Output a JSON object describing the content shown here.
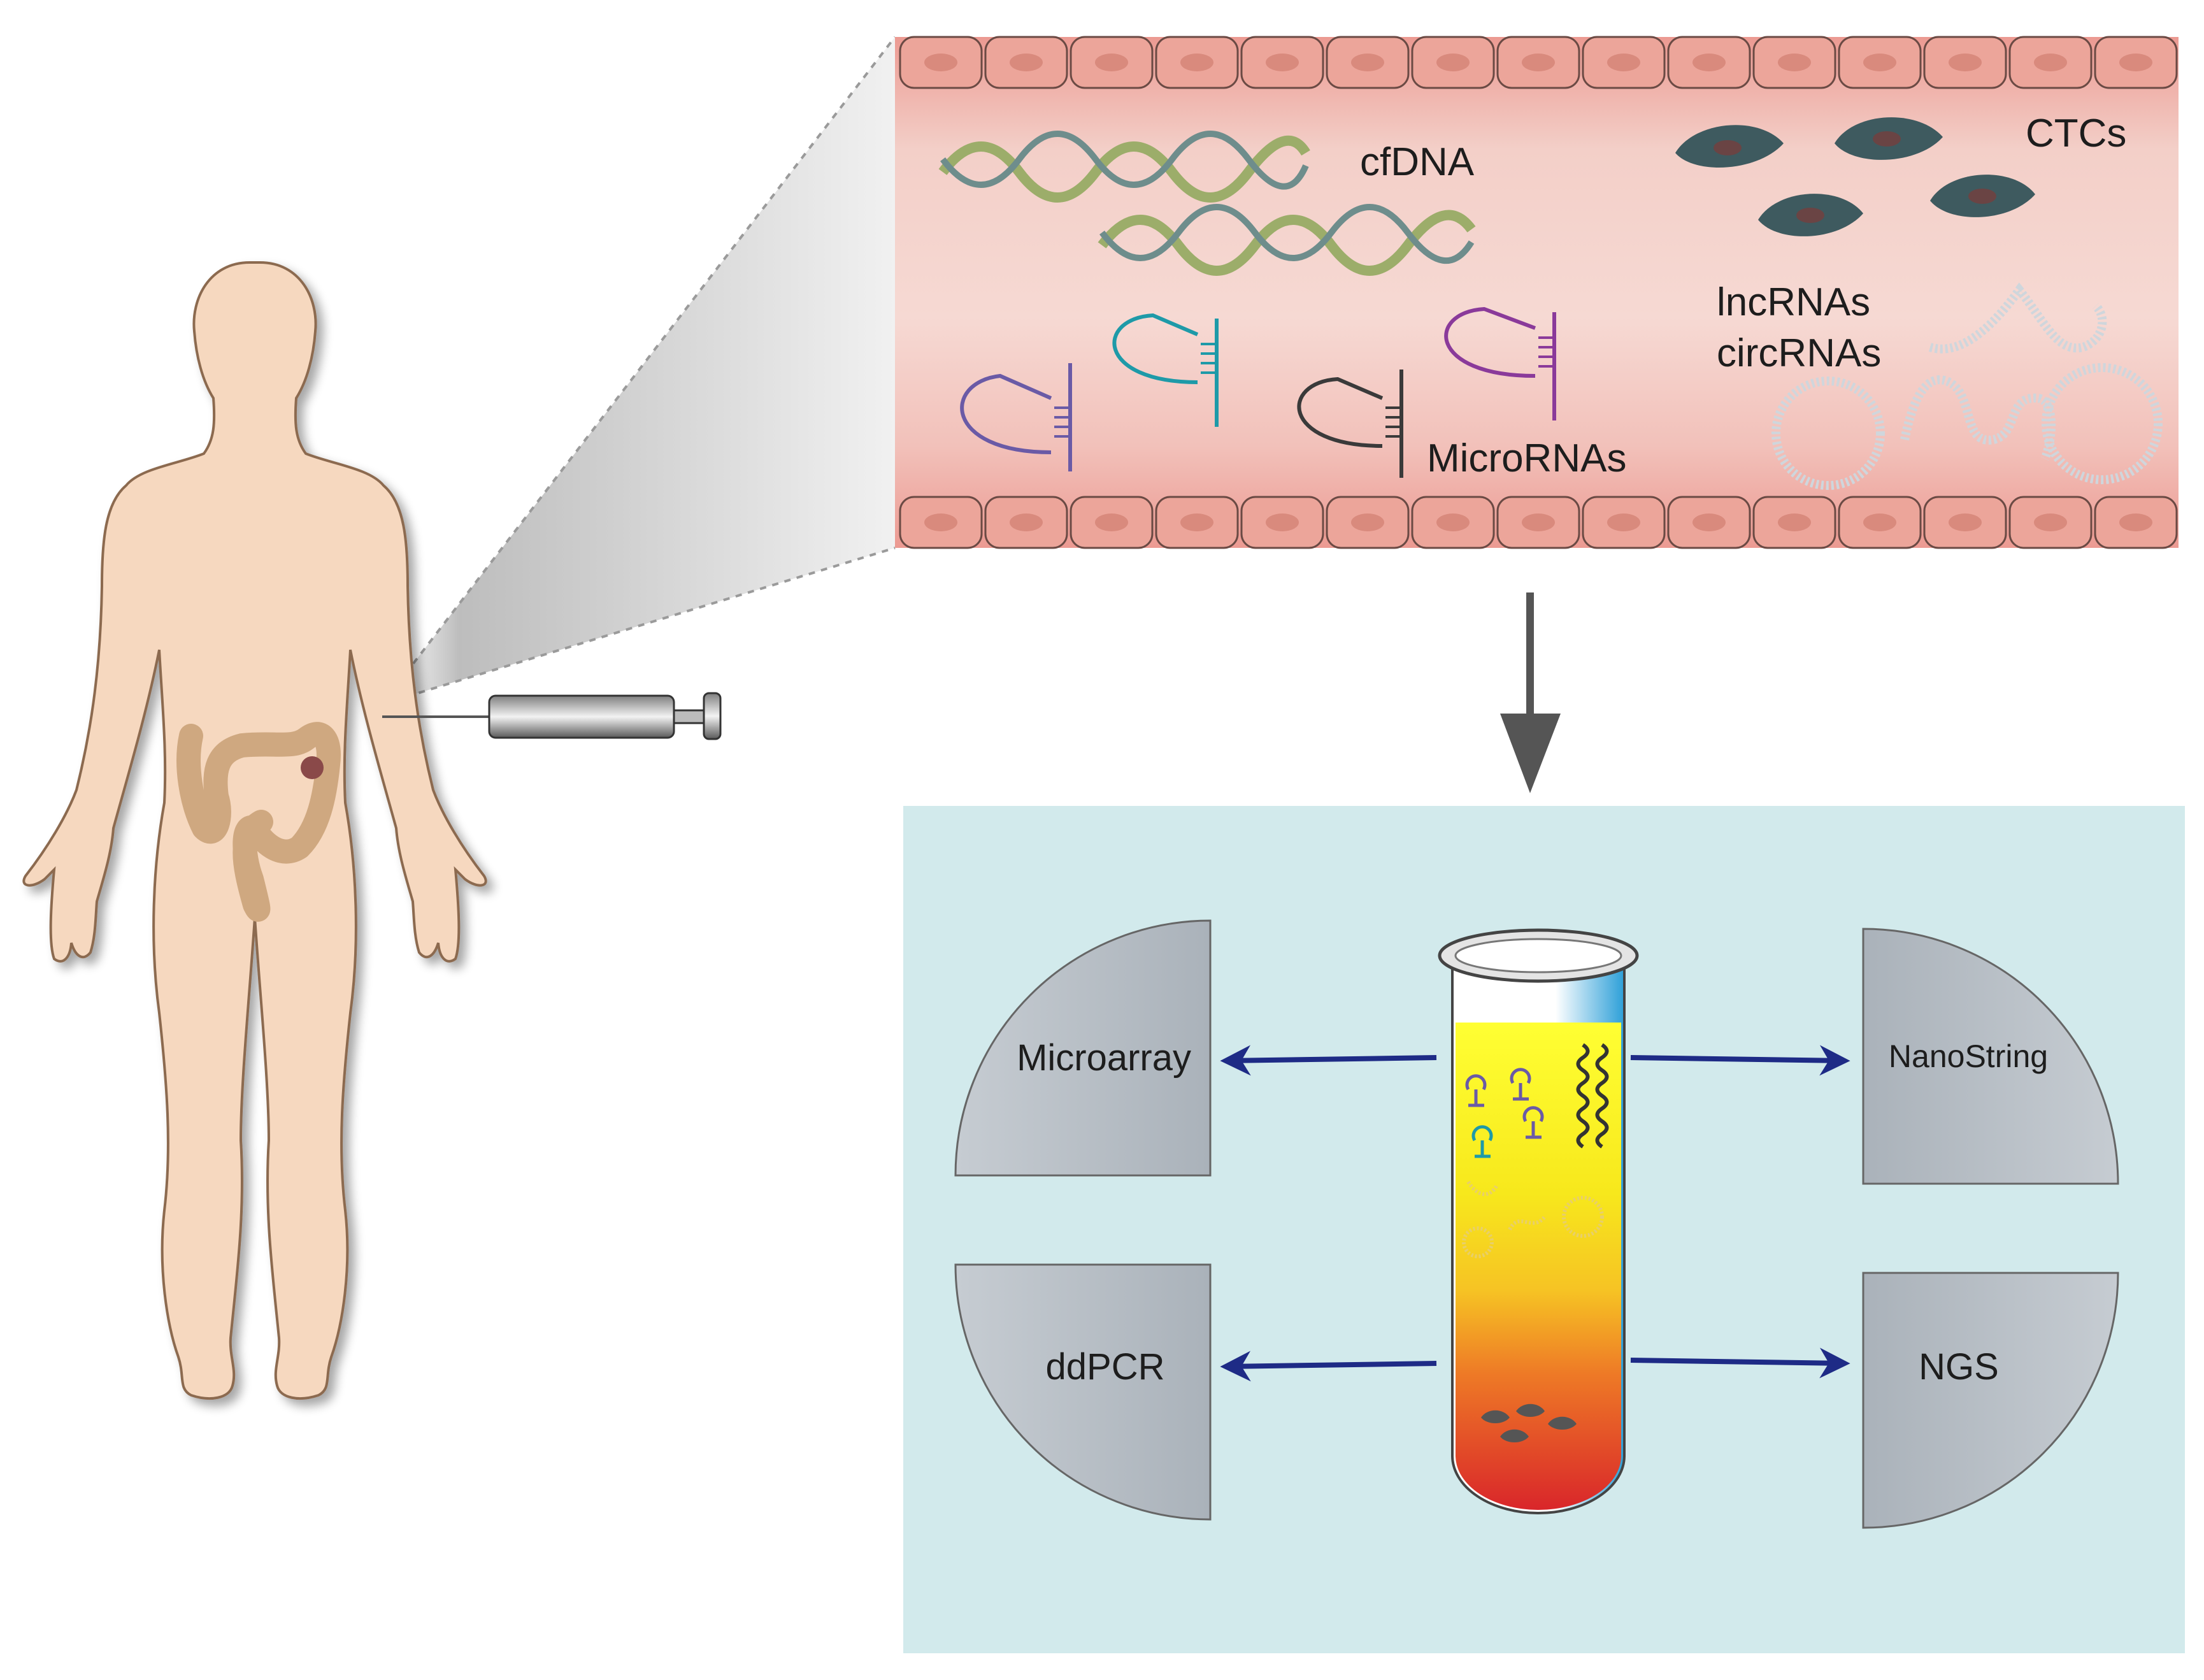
{
  "vessel": {
    "labels": {
      "cfdna": "cfDNA",
      "ctcs": "CTCs",
      "lncrnas": "lncRNAs",
      "circrnas": "circRNAs",
      "micrornas": "MicroRNAs"
    }
  },
  "methods": {
    "top_left": "Microarray",
    "top_right": "NanoString",
    "bottom_left": "ddPCR",
    "bottom_right": "NGS"
  },
  "colors": {
    "skin": "#f6d8bf",
    "vessel_lumen": "#f1c3ba",
    "vessel_cells": "#eca59a",
    "cell_nucleus": "#d98a7d",
    "panel_bg": "#d2eaec",
    "arrow_blue": "#1e2b86",
    "ctc": "#3e5a5f",
    "dna_green": "#9cad6a"
  }
}
